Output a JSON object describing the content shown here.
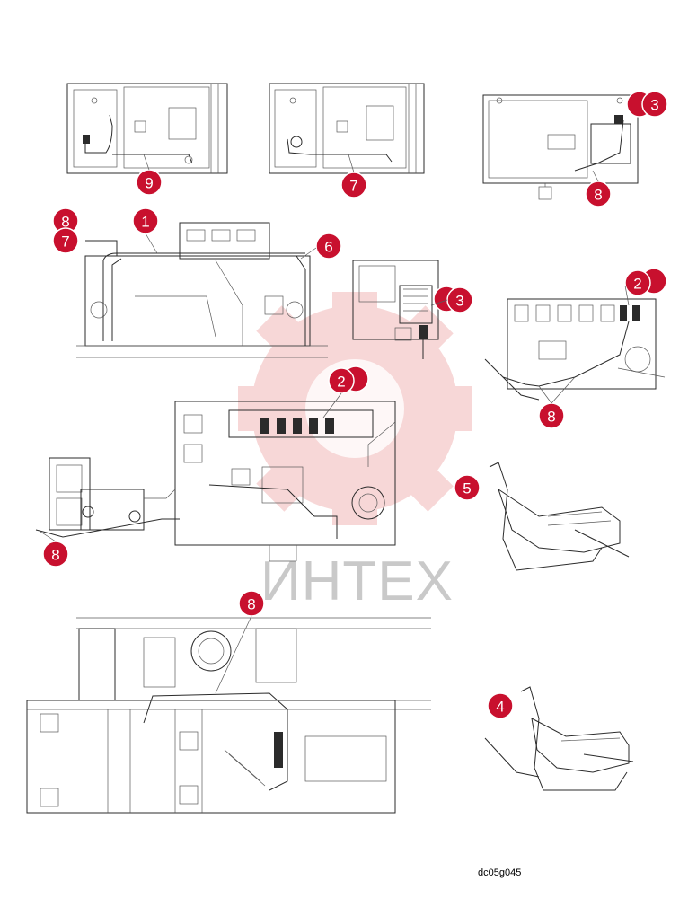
{
  "watermark": {
    "logo_text": "ИНТЕХ"
  },
  "drawing_code": "dc05g045",
  "colors": {
    "callout": "#c8102e",
    "line": "#2b2b2b",
    "watermark_gear": "#f2b8b8",
    "watermark_text": "#c9c9c9"
  },
  "callouts": [
    "9",
    "7",
    "3",
    "8",
    "8",
    "7",
    "1",
    "6",
    "3",
    "2",
    "2",
    "8",
    "8",
    "5",
    "8",
    "4"
  ]
}
